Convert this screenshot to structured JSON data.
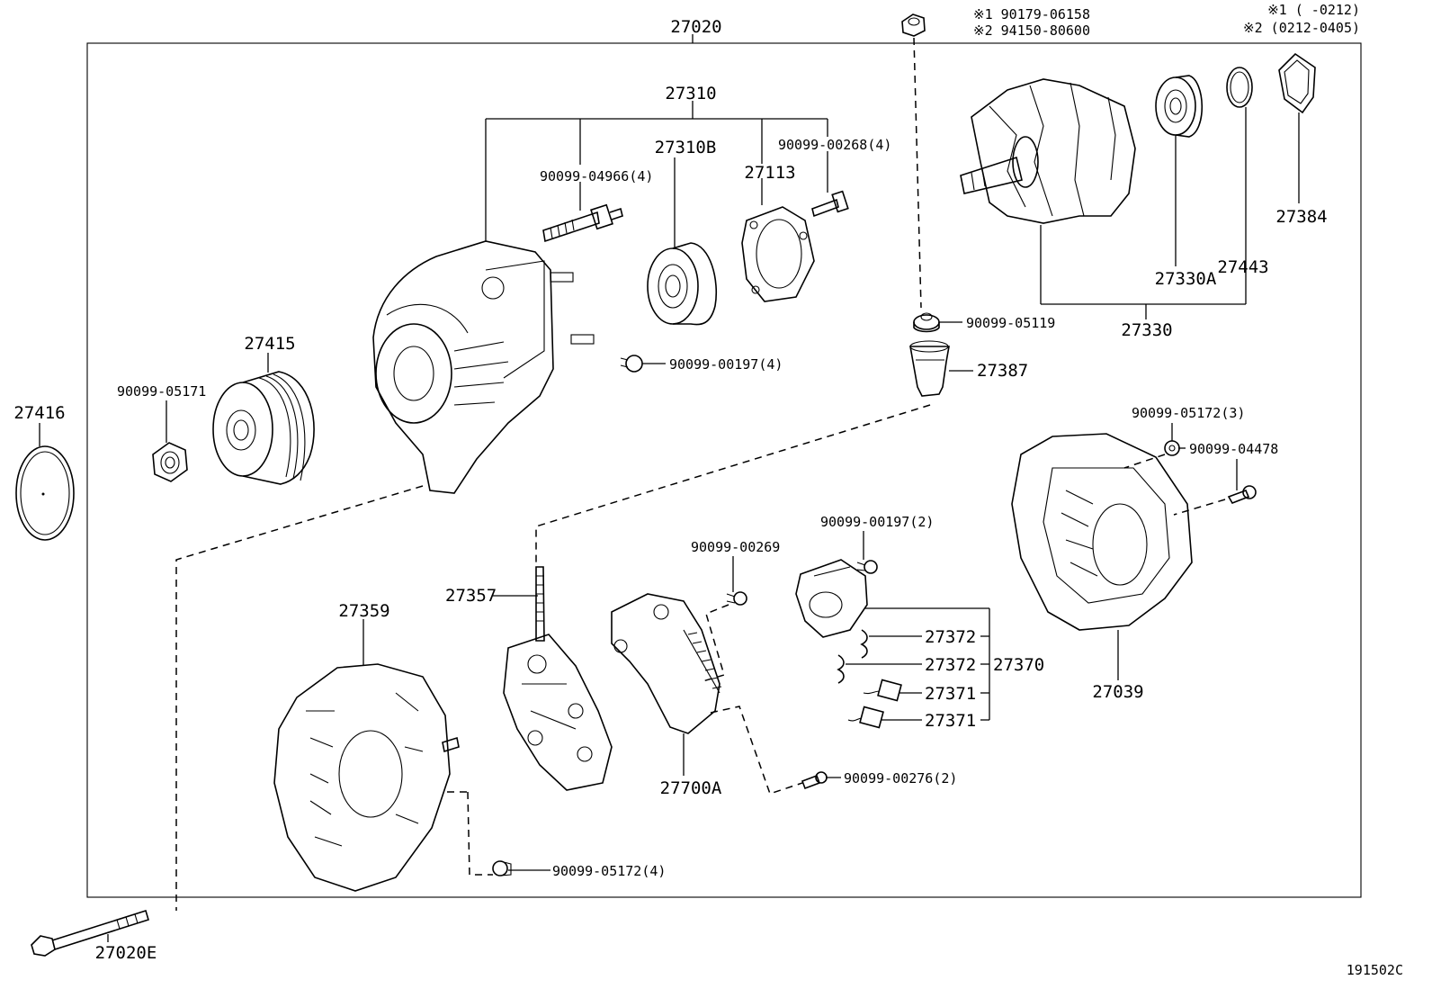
{
  "diagram_code": "191502C",
  "notes": {
    "legend_1": "※1 (    -0212)",
    "legend_2": "※2 (0212-0405)",
    "bolt_1": "※1 90179-06158",
    "bolt_2": "※2 94150-80600"
  },
  "labels": {
    "p27020": "27020",
    "p27310": "27310",
    "p27310b": "27310B",
    "p27113": "27113",
    "p90099_00268": "90099-00268(4)",
    "p90099_04966": "90099-04966(4)",
    "p27384": "27384",
    "p27443": "27443",
    "p27330a": "27330A",
    "p27330": "27330",
    "p90099_05119": "90099-05119",
    "p27387": "27387",
    "p90099_00197_4": "90099-00197(4)",
    "p27415": "27415",
    "p90099_05171": "90099-05171",
    "p27416": "27416",
    "p90099_05172_3": "90099-05172(3)",
    "p90099_04478": "90099-04478",
    "p90099_00197_2": "90099-00197(2)",
    "p90099_00269": "90099-00269",
    "p27357": "27357",
    "p27359": "27359",
    "p27372a": "27372",
    "p27372b": "27372",
    "p27370": "27370",
    "p27371a": "27371",
    "p27371b": "27371",
    "p27039": "27039",
    "p27700a": "27700A",
    "p90099_00276": "90099-00276(2)",
    "p90099_05172_4": "90099-05172(4)",
    "p27020e": "27020E"
  }
}
